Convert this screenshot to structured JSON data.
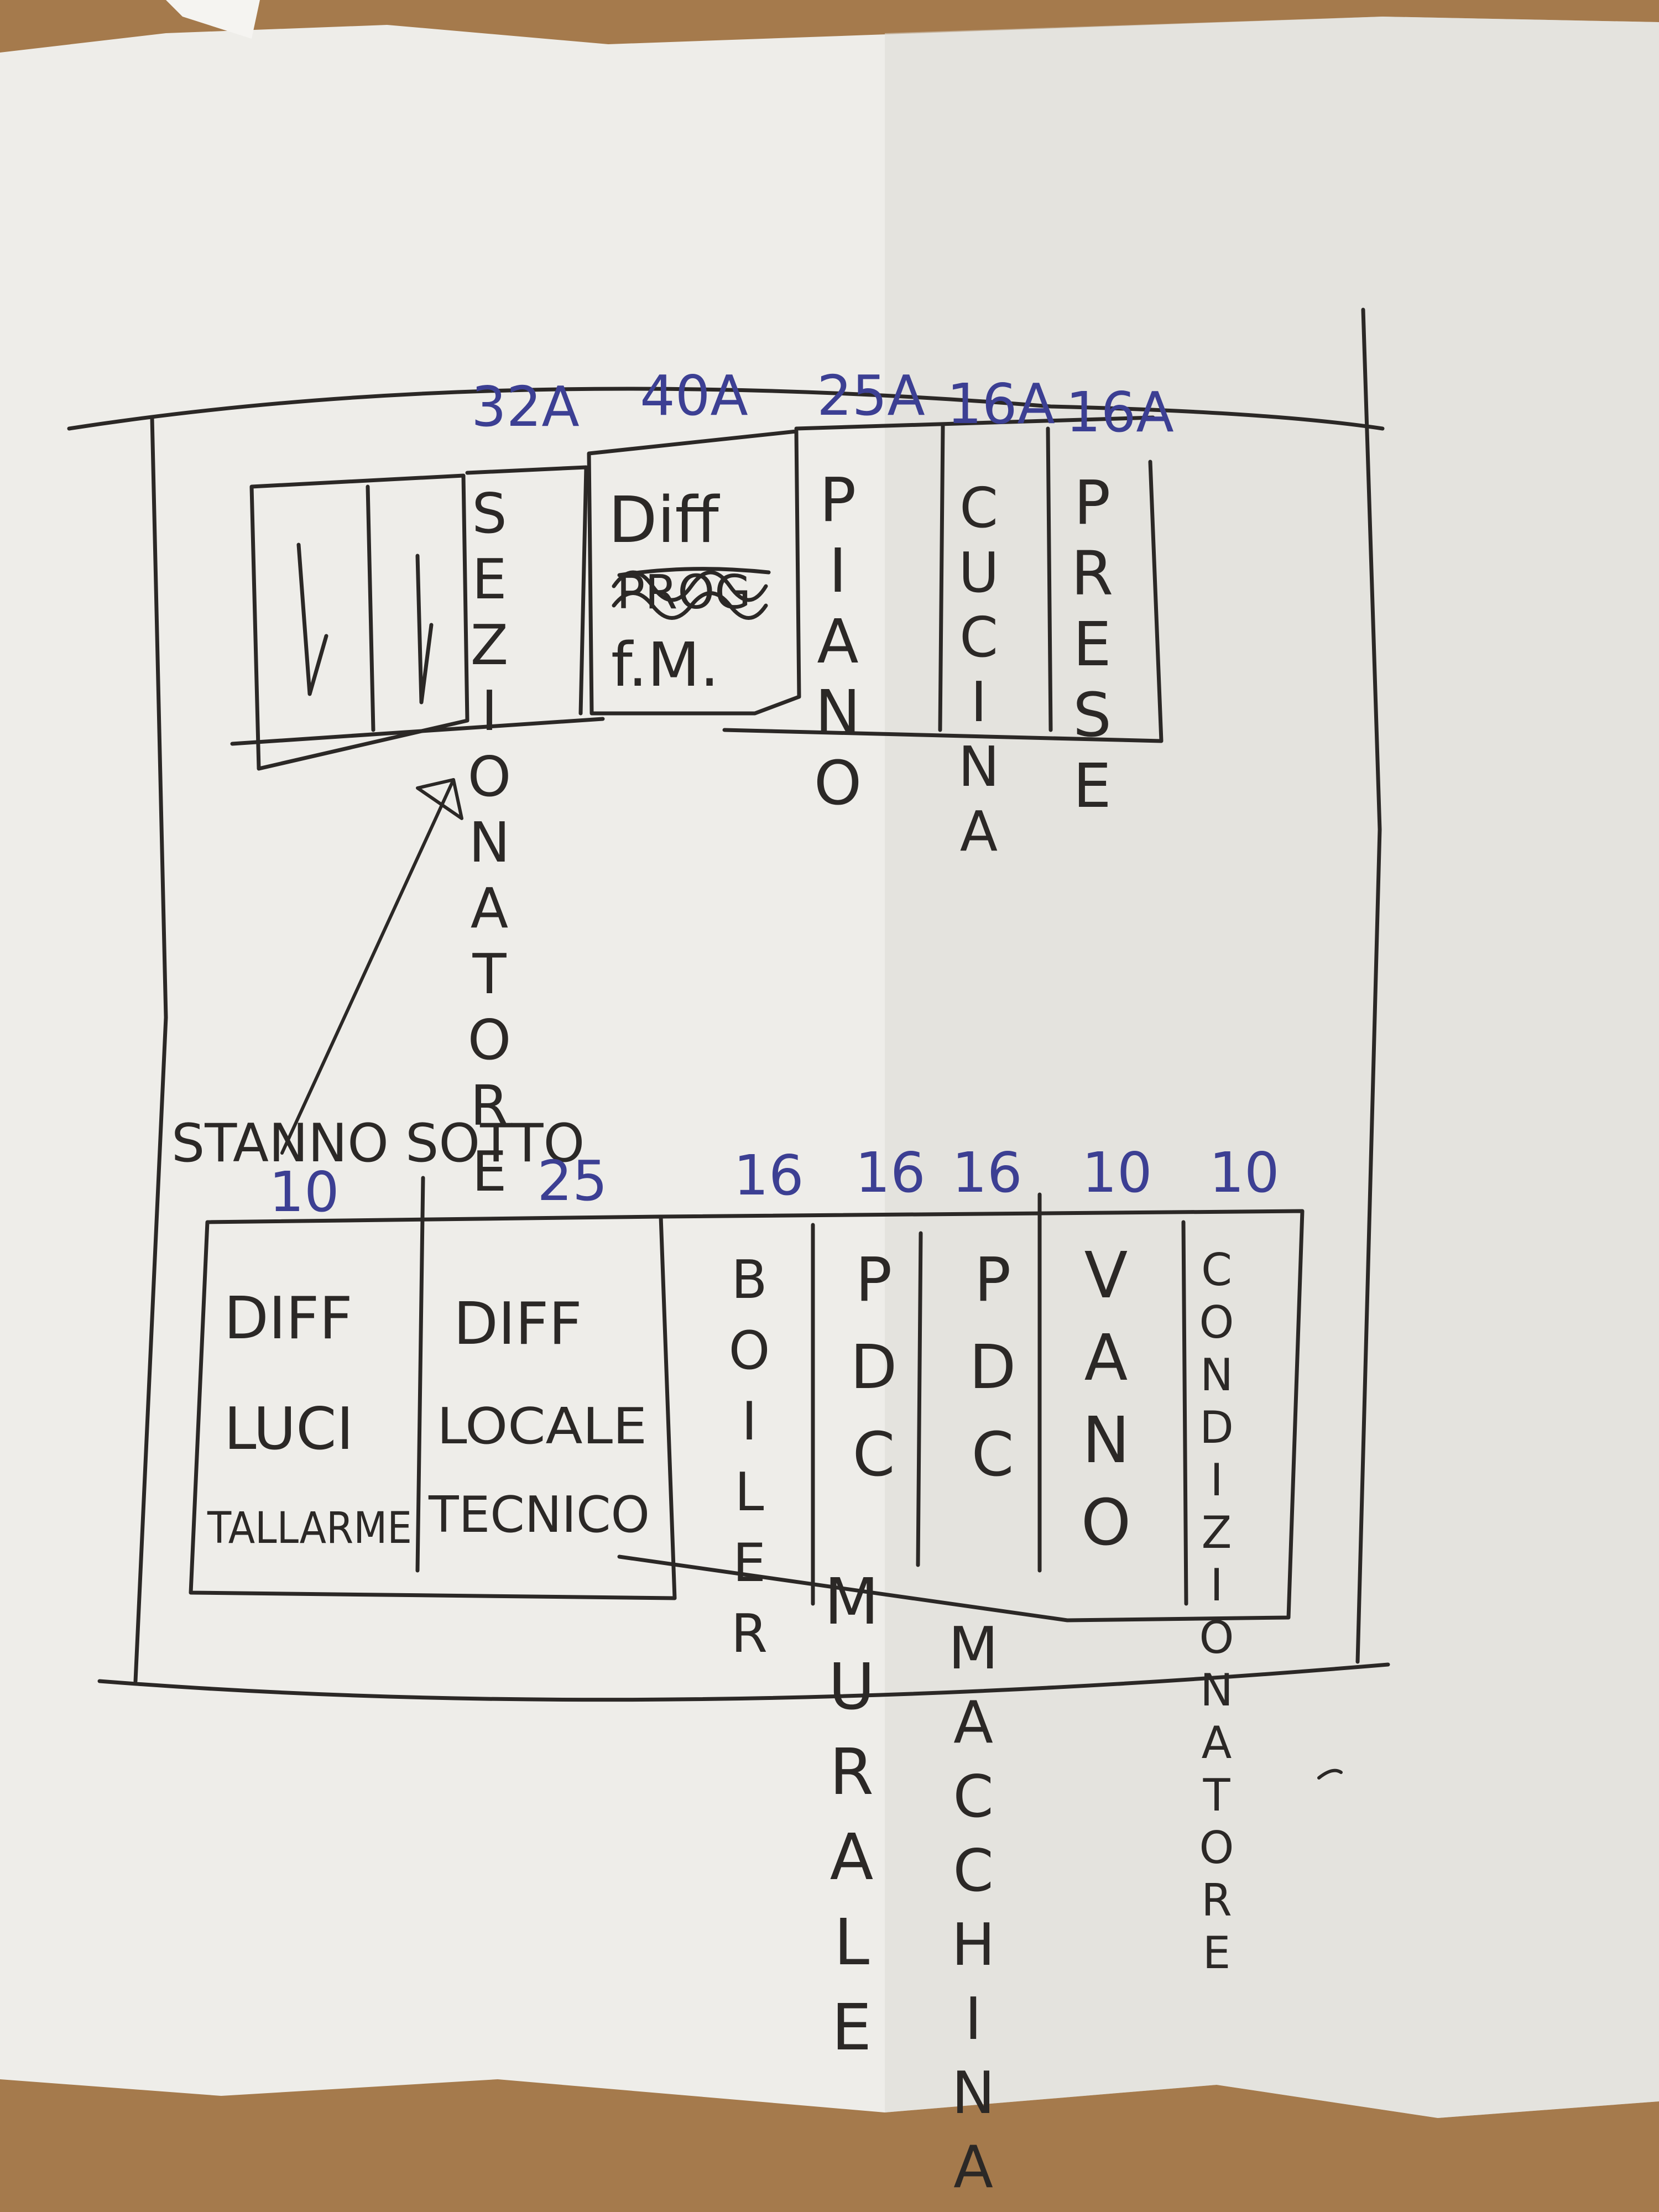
{
  "colors": {
    "table": "#a57a4c",
    "paper": "#eeede9",
    "ink": "#2b2826",
    "blue_ink": "#3c3f93"
  },
  "top_row": {
    "modules": [
      {
        "rating": "",
        "label": []
      },
      {
        "rating": "",
        "label": []
      },
      {
        "rating": "32A",
        "label": [
          "SEZIONATORE"
        ]
      },
      {
        "rating": "40A",
        "label": [
          "Diff",
          "f.M."
        ]
      },
      {
        "rating": "25A",
        "label": [
          "PIANO"
        ]
      },
      {
        "rating": "16A",
        "label": [
          "CUCINA"
        ]
      },
      {
        "rating": "16A",
        "label": [
          "PRESE"
        ]
      }
    ],
    "crossed_out": "PROG"
  },
  "annotation": "STANNO SOTTO",
  "bottom_row": {
    "modules": [
      {
        "rating": "10",
        "label": [
          "DIFF",
          "LUCI",
          "TALLARME"
        ]
      },
      {
        "rating": "25",
        "label": [
          "DIFF",
          "LOCALE",
          "TECNICO"
        ]
      },
      {
        "rating": "16",
        "label": [
          "BOILER"
        ]
      },
      {
        "rating": "16",
        "label": [
          "PDC",
          "MURALE"
        ]
      },
      {
        "rating": "16",
        "label": [
          "PDC",
          "MACCHINA"
        ]
      },
      {
        "rating": "10",
        "label": [
          "VANO"
        ]
      },
      {
        "rating": "10",
        "label": [
          "CONDIZIONATORE"
        ]
      }
    ]
  }
}
